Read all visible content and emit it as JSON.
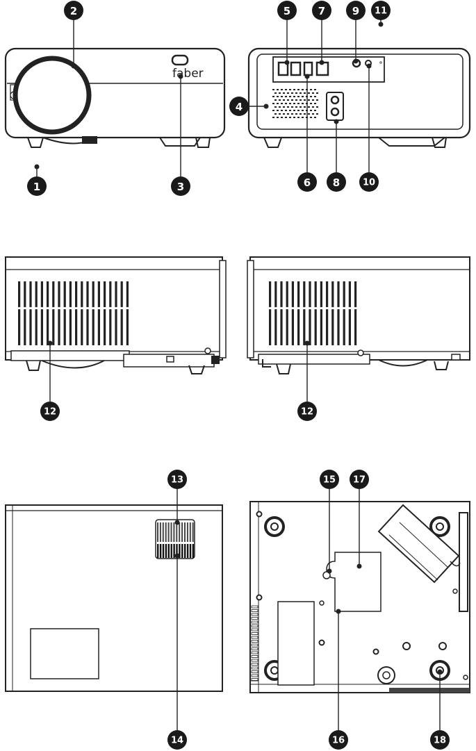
{
  "brand_logo_text": "faber",
  "callouts": [
    "1",
    "2",
    "3",
    "4",
    "5",
    "6",
    "7",
    "8",
    "9",
    "10",
    "11",
    "12",
    "12",
    "13",
    "14",
    "15",
    "16",
    "17",
    "18"
  ],
  "colors": {
    "ink": "#222222",
    "fill": "#ffffff",
    "muted": "#777777"
  }
}
